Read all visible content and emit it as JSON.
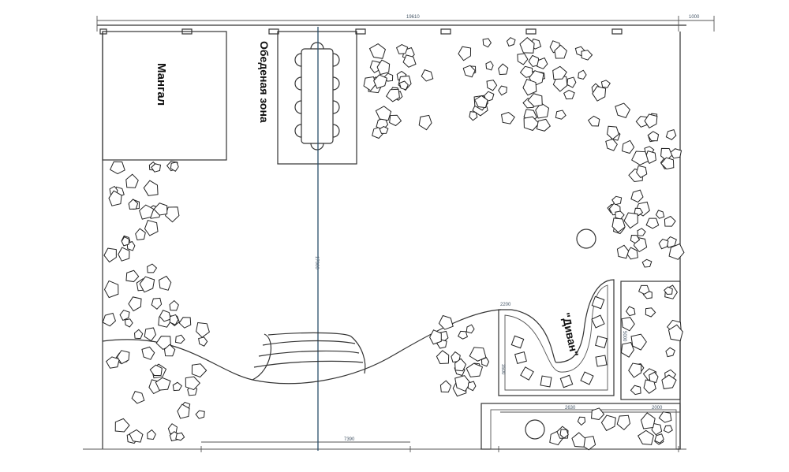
{
  "zones": {
    "bbq": "Мангал",
    "dining": "Обеденая зона",
    "sofa": "\"Диван\""
  },
  "dimensions": {
    "top_total": "19610",
    "top_right": "1000",
    "vertical_center": "17000",
    "bottom_left": "7390",
    "sofa_depth": "2200",
    "sofa_side": "3500",
    "right_strip": "5000",
    "bottom_strip_a": "2630",
    "bottom_strip_b": "2000"
  },
  "colors": {
    "axis": "#2a4f6a",
    "outline": "#333333",
    "background": "#ffffff"
  }
}
